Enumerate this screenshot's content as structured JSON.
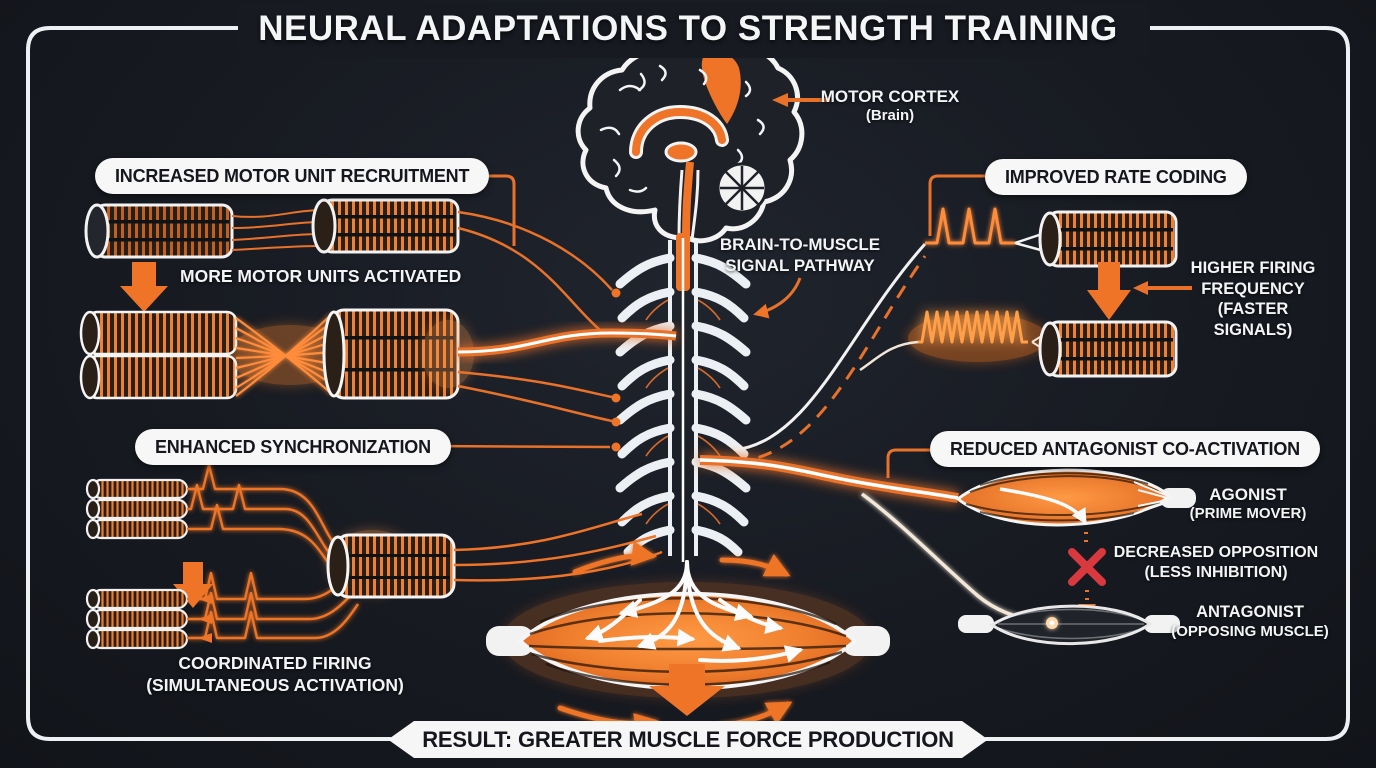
{
  "title": "NEURAL ADAPTATIONS TO STRENGTH TRAINING",
  "colors": {
    "background": "#171a21",
    "accent_orange": "#ef7428",
    "glow_orange": "#ff8c3a",
    "panel_white": "#f6f6f7",
    "text_dark": "#15171c",
    "text_light": "#f4f5f7",
    "red_x": "#d8393f"
  },
  "brain": {
    "label_line1": "MOTOR CORTEX",
    "label_line2": "(Brain)"
  },
  "pathway": {
    "line1": "BRAIN-TO-MUSCLE",
    "line2": "SIGNAL PATHWAY"
  },
  "sections": {
    "recruitment": {
      "heading": "INCREASED MOTOR UNIT RECRUITMENT",
      "caption": "MORE MOTOR UNITS ACTIVATED"
    },
    "rate_coding": {
      "heading": "IMPROVED RATE CODING",
      "caption_line1": "HIGHER FIRING",
      "caption_line2": "FREQUENCY",
      "caption_line3": "(FASTER SIGNALS)"
    },
    "synchronization": {
      "heading": "ENHANCED SYNCHRONIZATION",
      "caption_line1": "COORDINATED FIRING",
      "caption_line2": "(SIMULTANEOUS ACTIVATION)"
    },
    "antagonist": {
      "heading": "REDUCED ANTAGONIST CO-ACTIVATION",
      "agonist_line1": "AGONIST",
      "agonist_line2": "(PRIME MOVER)",
      "opposition_line1": "DECREASED OPPOSITION",
      "opposition_line2": "(LESS INHIBITION)",
      "antagonist_line1": "ANTAGONIST",
      "antagonist_line2": "(OPPOSING MUSCLE)"
    }
  },
  "result": "RESULT: GREATER MUSCLE FORCE PRODUCTION"
}
